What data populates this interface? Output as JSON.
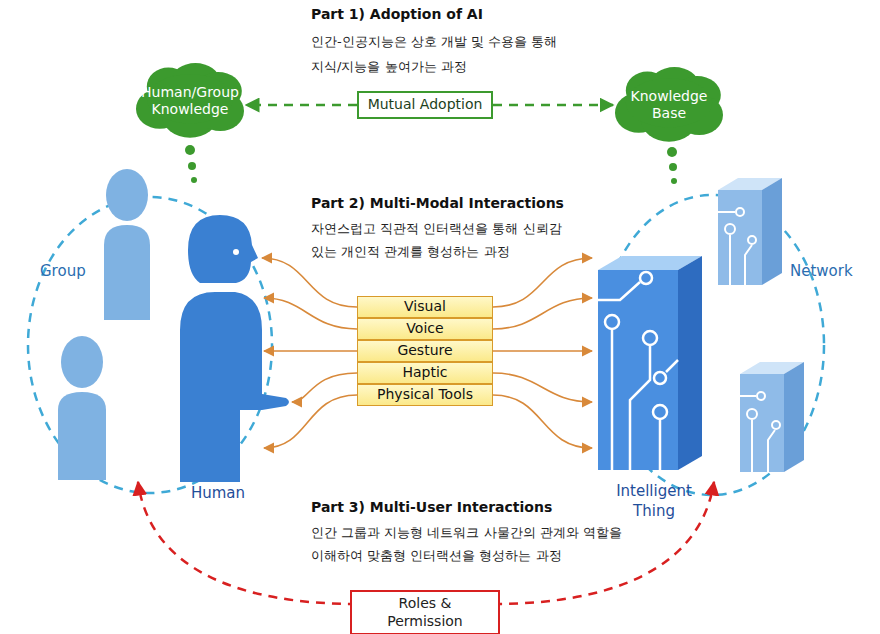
{
  "diagram": {
    "nodes": [
      {
        "text": [
          "Human/Group Knowledge"
        ]
      },
      {
        "text": [
          "Mutual Adoption"
        ]
      },
      {
        "text": [
          "Knowledge Base"
        ]
      },
      {
        "text": [
          "Visual"
        ]
      },
      {
        "text": [
          "Voice"
        ]
      },
      {
        "text": [
          "Gesture"
        ]
      },
      {
        "text": [
          "Haptic"
        ]
      },
      {
        "text": [
          "Physical Tools"
        ]
      },
      {
        "text": [
          "Roles & Permission"
        ]
      }
    ],
    "edges": [
      {
        "from": 1,
        "to": 0,
        "arrow": "to"
      },
      {
        "from": 1,
        "to": 2,
        "arrow": "to"
      }
    ],
    "labels": [
      "Part 1) Adoption of AI",
      "인간-인공지능은 상호 개발 및 수용을 통해 지식/지능을 높여가는 과정",
      "Part 2) Multi-Modal Interactions",
      "자연스럽고 직관적 인터랙션을 통해 신뢰감있는 개인적 관계를 형성하는 과정",
      "Part 3) Multi-User Interactions",
      "인간 그룹과 지능형 네트워크 사물간의 관계와 역할을 이해하여 맞춤형 인터랙션을 형성하는 과정",
      "Group",
      "Network",
      "Human",
      "Intelligent Thing"
    ]
  }
}
